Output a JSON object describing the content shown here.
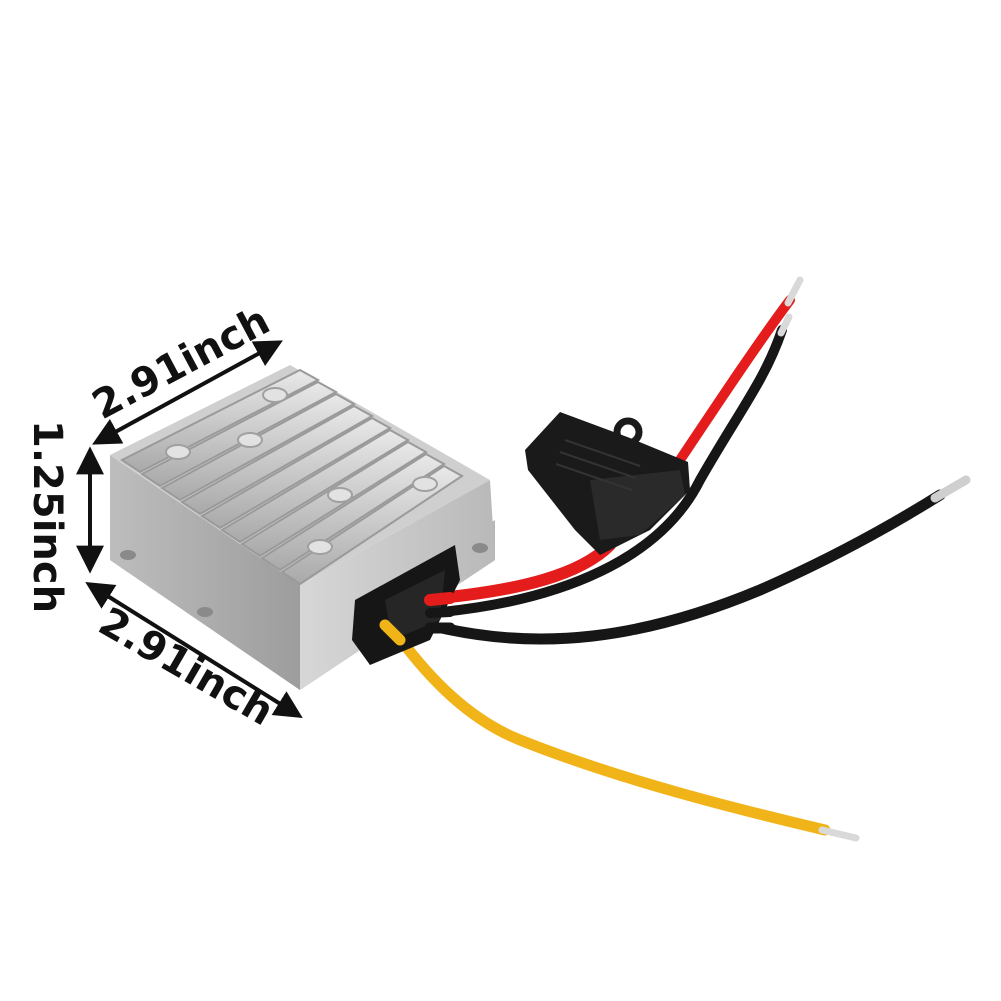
{
  "dimensions": {
    "top_width": "2.91inch",
    "height": "1.25inch",
    "bottom_width": "2.91inch"
  },
  "colors": {
    "background": "#ffffff",
    "housing": "#c9c9c9",
    "wire_red": "#e51c1c",
    "wire_black": "#161616",
    "wire_yellow": "#f0b418",
    "fuse_holder": "#1a1a1a",
    "terminal": "#d9d9d9"
  }
}
